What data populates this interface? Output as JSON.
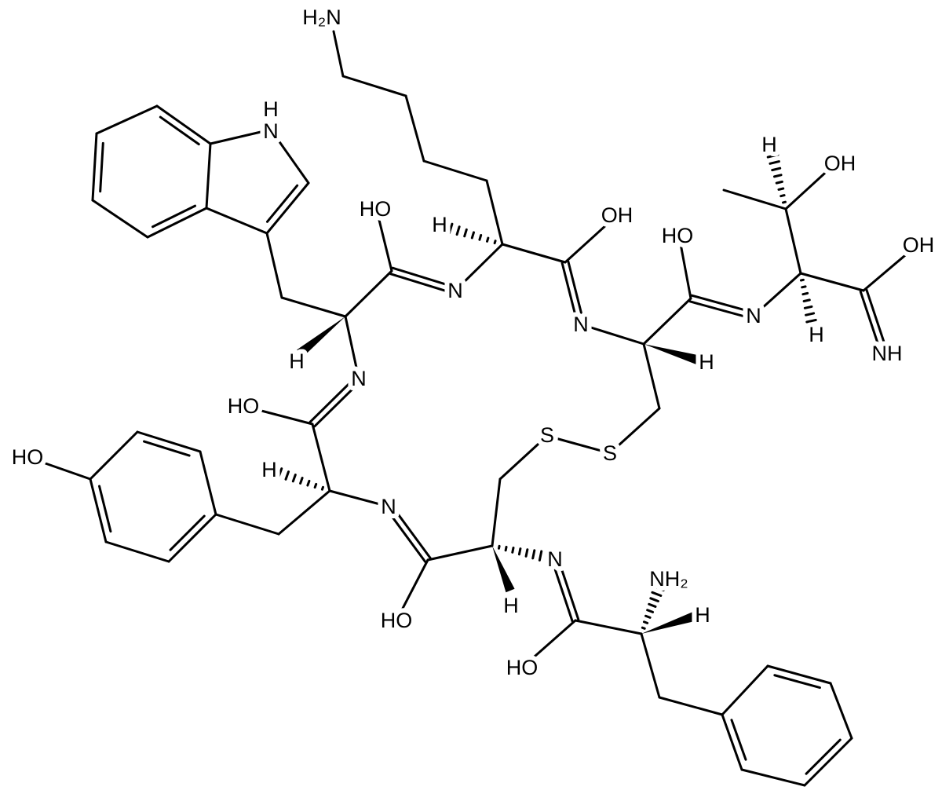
{
  "diagram": {
    "type": "chemical-structure",
    "colors": {
      "bond": "#000000",
      "background": "#ffffff"
    },
    "atoms": {
      "lys_nh2": "H₂N",
      "indole_n": "N",
      "indole_h": "H",
      "trp_co_oh": "HO",
      "lys_h": "H",
      "lys_co_oh": "OH",
      "n_trp_lys": "N",
      "trp_h": "H",
      "n_tyr_trp": "N",
      "n_lys_cys": "N",
      "cys1_co_oh": "HO",
      "cys1_h": "H",
      "n_cys_thr": "N",
      "thr_beta_h": "H",
      "thr_oh": "OH",
      "thr_alpha_h": "H",
      "thr_amide_oh": "OH",
      "thr_amide_nh": "NH",
      "tyr_co_oh": "HO",
      "tyr_h": "H",
      "tyr_phenol_oh": "HO",
      "n_cys_tyr": "N",
      "s1": "S",
      "s2": "S",
      "cys2_co_oh": "HO",
      "cys2_h": "H",
      "n_phe_cys": "N",
      "phe_nh2": "NH₂",
      "phe_h": "H",
      "phe_co_oh": "HO"
    }
  }
}
